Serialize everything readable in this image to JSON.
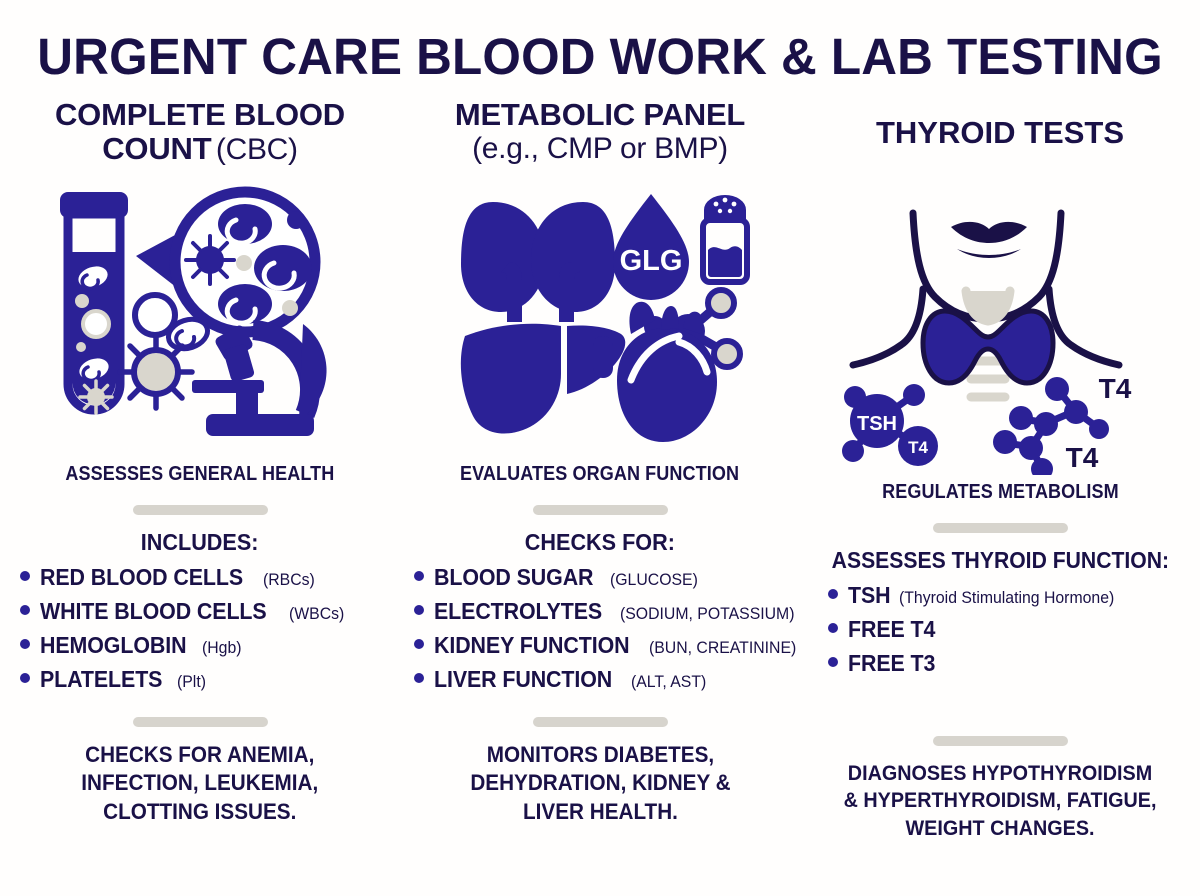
{
  "title": "URGENT CARE BLOOD WORK & LAB TESTING",
  "colors": {
    "ink": "#1a1147",
    "accent": "#2b2196",
    "divider": "#d7d4cd",
    "grey_cell": "#d9d6cd",
    "background": "#fffefd"
  },
  "columns": [
    {
      "id": "cbc",
      "heading_main": "COMPLETE BLOOD",
      "heading_main2": "COUNT",
      "heading_sub": "(CBC)",
      "art_icons": [
        "test-tube-icon",
        "microscope-icon",
        "red-blood-cell-icon",
        "white-blood-cell-icon",
        "germ-icon",
        "platelet-icon"
      ],
      "tagline": "ASSESSES GENERAL HEALTH",
      "list_heading": "INCLUDES:",
      "items": [
        {
          "label": "RED BLOOD CELLS",
          "paren": "(RBCs)"
        },
        {
          "label": "WHITE BLOOD CELLS",
          "paren": "(WBCs)"
        },
        {
          "label": "HEMOGLOBIN",
          "paren": "(Hgb)"
        },
        {
          "label": "PLATELETS",
          "paren": "(Plt)"
        }
      ],
      "footer_lines": [
        "CHECKS FOR ANEMIA,",
        "INFECTION, LEUKEMIA,",
        "CLOTTING ISSUES."
      ]
    },
    {
      "id": "metabolic",
      "heading_main": "METABOLIC PANEL",
      "heading_sub": "(e.g., CMP or BMP)",
      "art_icons": [
        "kidneys-icon",
        "liver-icon",
        "heart-icon",
        "blood-drop-icon",
        "salt-shaker-icon",
        "molecule-icon"
      ],
      "drop_label": "GLG",
      "tagline": "EVALUATES ORGAN FUNCTION",
      "list_heading": "CHECKS FOR:",
      "items": [
        {
          "label": "BLOOD SUGAR",
          "paren": "(GLUCOSE)"
        },
        {
          "label": "ELECTROLYTES",
          "paren": "(SODIUM, POTASSIUM)"
        },
        {
          "label": "KIDNEY FUNCTION",
          "paren": "(BUN, CREATININE)"
        },
        {
          "label": "LIVER FUNCTION",
          "paren": "(ALT, AST)"
        }
      ],
      "footer_lines": [
        "MONITORS DIABETES,",
        "DEHYDRATION, KIDNEY &",
        "LIVER HEALTH."
      ]
    },
    {
      "id": "thyroid",
      "heading_main": "THYROID TESTS",
      "art_icons": [
        "neck-thyroid-icon",
        "tsh-molecule-icon",
        "t4-molecule-icon"
      ],
      "molecule_labels": [
        "TSH",
        "T4",
        "T4",
        "T4"
      ],
      "tagline": "REGULATES METABOLISM",
      "list_heading": "ASSESSES THYROID FUNCTION:",
      "items": [
        {
          "label": "TSH",
          "paren": "(Thyroid Stimulating Hormone)"
        },
        {
          "label": "FREE T4",
          "paren": ""
        },
        {
          "label": "FREE T3",
          "paren": ""
        }
      ],
      "footer_lines": [
        "DIAGNOSES HYPOTHYROIDISM",
        "& HYPERTHYROIDISM, FATIGUE,",
        "WEIGHT CHANGES."
      ]
    }
  ]
}
